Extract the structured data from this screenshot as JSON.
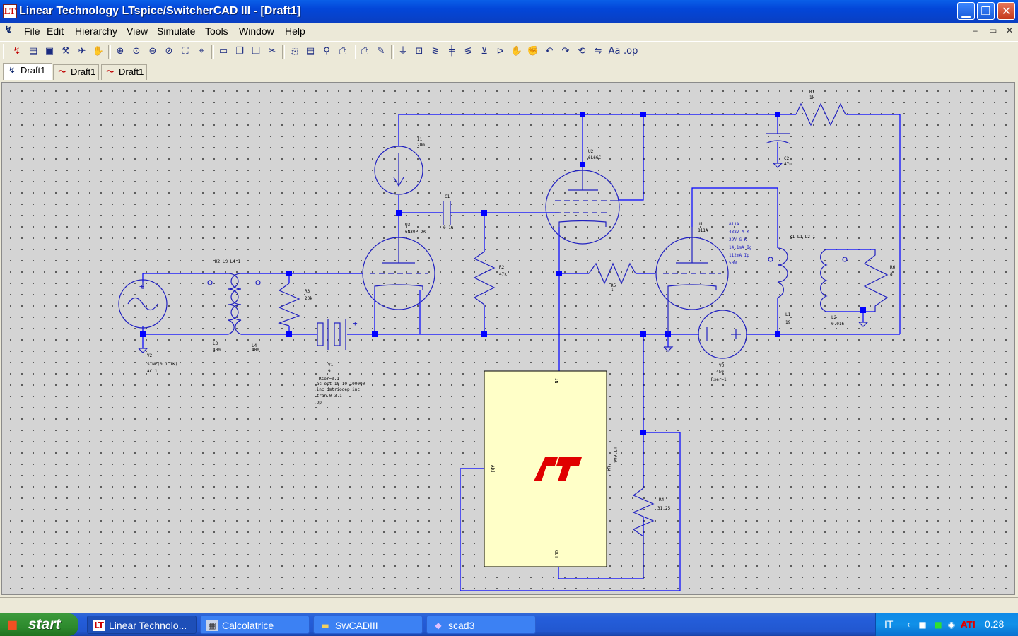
{
  "window": {
    "title": "Linear Technology LTspice/SwitcherCAD III - [Draft1]",
    "app_icon": "LT",
    "controls": {
      "minimize": "▁",
      "maximize": "❐",
      "close": "✕"
    }
  },
  "menubar": {
    "items": [
      "File",
      "Edit",
      "Hierarchy",
      "View",
      "Simulate",
      "Tools",
      "Window",
      "Help"
    ],
    "mdi_controls": {
      "minimize": "–",
      "restore": "▭",
      "close": "✕"
    }
  },
  "toolbar": {
    "icons": [
      "new-schematic-icon",
      "open-icon",
      "save-icon",
      "control-panel-icon",
      "run-icon",
      "halt-icon",
      "zoom-in-icon",
      "zoom-pan-icon",
      "zoom-out-icon",
      "zoom-fit-icon",
      "autoscale-icon",
      "cursor-icon",
      "tile-icon",
      "cascade-icon",
      "close-windows-icon",
      "cut-icon",
      "copy-icon",
      "paste-icon",
      "find-icon",
      "print-setup-icon",
      "print-icon",
      "wire-icon",
      "ground-icon",
      "label-icon",
      "resistor-icon",
      "capacitor-icon",
      "inductor-icon",
      "diode-icon",
      "component-icon",
      "move-icon",
      "drag-icon",
      "undo-icon",
      "redo-icon",
      "rotate-icon",
      "mirror-icon",
      "text-icon",
      "spice-directive-icon"
    ],
    "glyphs": [
      "↯",
      "▤",
      "▣",
      "⚒",
      "✈",
      "✋",
      "⊕",
      "⊙",
      "⊖",
      "⊘",
      "⛶",
      "⌖",
      "▭",
      "❐",
      "❏",
      "✂",
      "⎘",
      "▤",
      "⚲",
      "⎙",
      "⎙",
      "✎",
      "⏚",
      "⊡",
      "≷",
      "╪",
      "≶",
      "⊻",
      "⊳",
      "✋",
      "✊",
      "↶",
      "↷",
      "⟲",
      "⇋",
      "Aa",
      ".op"
    ]
  },
  "tabs": [
    {
      "label": "Draft1",
      "icon": "schematic-icon",
      "active": true
    },
    {
      "label": "Draft1",
      "icon": "waveform-icon",
      "active": false
    },
    {
      "label": "Draft1",
      "icon": "waveform-icon",
      "active": false
    }
  ],
  "schematic": {
    "colors": {
      "wire": "#0000ff",
      "junction": "#0000ff",
      "component": "#2020c0",
      "text": "#000000",
      "ic_body": "#ffffc8",
      "logo": "#e00000"
    },
    "labels": {
      "r1": "R1",
      "r1_val": "1k",
      "i1": "I1",
      "i1_val": "20m",
      "c1": "C1",
      "c1_val": "0.1u",
      "c2": "C2",
      "c2_val": "47u",
      "u2": "U2",
      "u2_val": "6L6GC",
      "u3": "U3",
      "u3_val": "6N30P-DR",
      "u1": "U1",
      "u1_val": "811A",
      "u1_note": [
        "811A",
        "438V A-K",
        "29V G-K",
        "14.1mA Ig",
        "112mA Ip",
        "50W"
      ],
      "k2": "K2 L3 L4 1",
      "k1": "K1 L1 L2 1",
      "r3": "R3",
      "r3_val": "20k",
      "r2": "R2",
      "r2_val": "47k",
      "r5": "R5",
      "r5_val": "1",
      "r6": "R6",
      "r6_val": "8",
      "l3": "L3",
      "l3_val": "400",
      "l4": "L4",
      "l4_val": "400",
      "l1": "L1",
      "l1_val": "19",
      "l2": "L2",
      "l2_val": "0.016",
      "v2": "V2",
      "v2_val": "SINE(0 1 1K)",
      "v2_ac": "AC 1",
      "v1": "V1",
      "v1_val": "9",
      "v1_rser": "Rser=0.1",
      "v3": "V3",
      "v3_val": "450",
      "v3_rser": "Rser=1",
      "directives": [
        ".ac oct 10 10 100000",
        ".inc dmtriodep.inc",
        ".tran 0 3 1",
        ".op"
      ],
      "r4": "R4",
      "r4_val": "31.25",
      "u4": "U4",
      "u4_val": "LT1086",
      "u4_in": "IN",
      "u4_adj": "ADJ",
      "u4_out": "OUT"
    }
  },
  "taskbar": {
    "start_label": "start",
    "tasks": [
      {
        "label": "Linear Technolo...",
        "icon": "ltspice-icon",
        "active": true
      },
      {
        "label": "Calcolatrice",
        "icon": "calculator-icon",
        "active": false
      },
      {
        "label": "SwCADIII",
        "icon": "folder-icon",
        "active": false
      },
      {
        "label": "scad3",
        "icon": "document-icon",
        "active": false
      }
    ],
    "tray": {
      "language": "IT",
      "clock": "0.28"
    }
  }
}
